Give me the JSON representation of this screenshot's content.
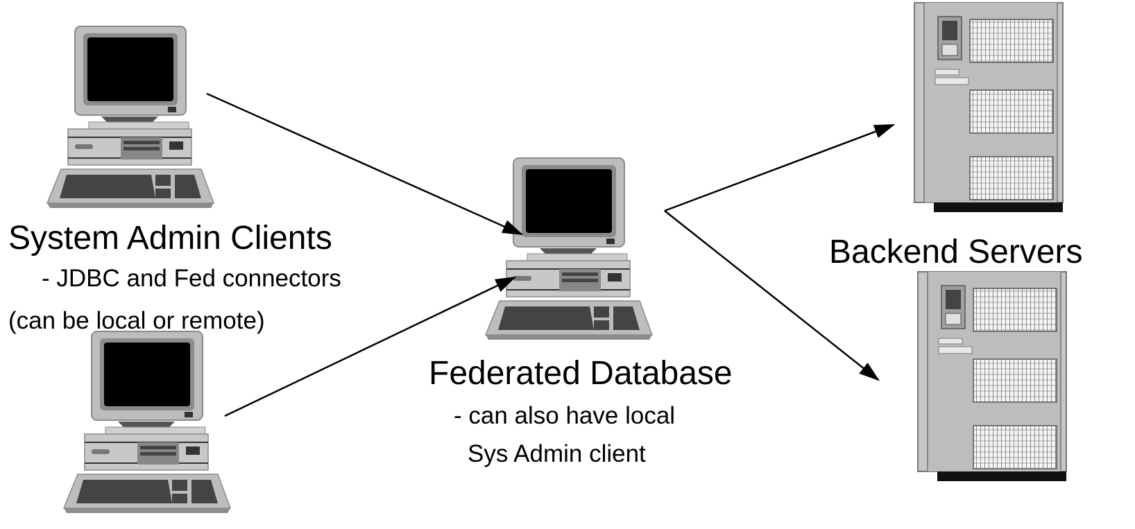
{
  "labels": {
    "clients_title": "System Admin Clients",
    "clients_line1": "- JDBC and Fed connectors",
    "clients_line2": "(can be local or remote)",
    "fed_title": "Federated Database",
    "fed_line1": "- can also have local",
    "fed_line2": "Sys Admin client",
    "servers_title": "Backend Servers"
  },
  "icons": {
    "client_top": "desktop-computer-icon",
    "client_bottom": "desktop-computer-icon",
    "federated": "desktop-computer-icon",
    "server_top": "tower-server-icon",
    "server_bottom": "tower-server-icon"
  },
  "colors": {
    "device_gray": "#b4b4b4",
    "dark_gray": "#555555",
    "screen": "#000000",
    "line": "#000000"
  }
}
